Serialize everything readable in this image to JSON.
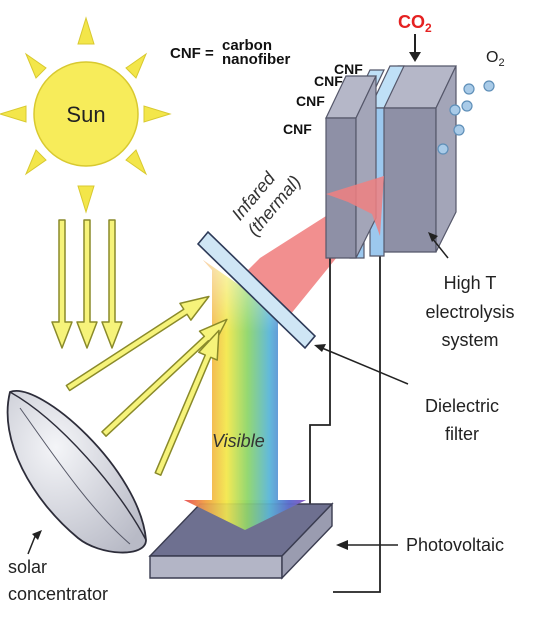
{
  "labels": {
    "sun": "Sun",
    "cnf_key": "CNF =",
    "cnf_def_line1": "carbon",
    "cnf_def_line2": "nanofiber",
    "cnf_1": "CNF",
    "cnf_2": "CNF",
    "cnf_3": "CNF",
    "cnf_4": "CNF",
    "co2_main": "CO",
    "co2_sub": "2",
    "o2_main": "O",
    "o2_sub": "2",
    "infrared_line1": "Infared",
    "infrared_line2": "(thermal)",
    "visible": "Visible",
    "electrolysis_line1": "High T",
    "electrolysis_line2": "electrolysis",
    "electrolysis_line3": "system",
    "dielectric_line1": "Dielectric",
    "dielectric_line2": "filter",
    "photovoltaic": "Photovoltaic",
    "concentrator_line1": "solar",
    "concentrator_line2": "concentrator"
  },
  "colors": {
    "sun": "#f7ec5a",
    "sun_ray": "#f3e64a",
    "arrow_fill": "#f6f37a",
    "arrow_stroke": "#8a8a2a",
    "infrared_beam": "#f08080",
    "co2_text": "#e52121",
    "bubble": "#a9cbe8",
    "cell_plate": "#8e90a6",
    "cell_membrane": "#9cc8ee",
    "filter": "#cfe6f5",
    "photovoltaic": "#6e7090",
    "concentrator": "#d9dbe4",
    "wire": "#222222"
  }
}
